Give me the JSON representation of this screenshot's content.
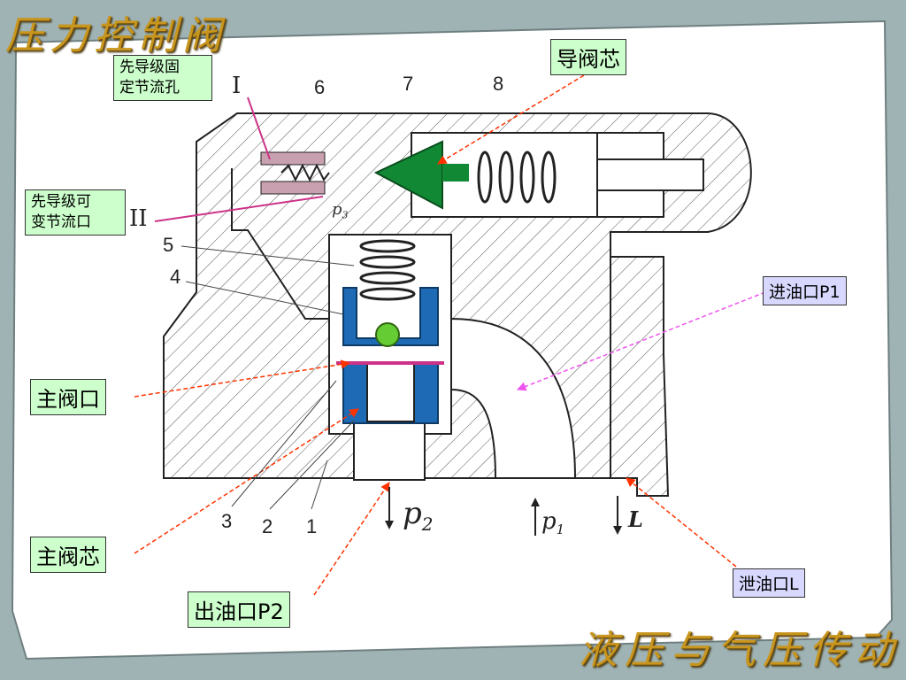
{
  "title": "压力控制阀",
  "footer": "液压与气压传动",
  "labels": {
    "pilot_fixed_orifice": "先导级固\n定节流孔",
    "pilot_variable_orifice": "先导级可\n变节流口",
    "pilot_valve_core": "导阀芯",
    "inlet_port": "进油口P1",
    "main_valve_port": "主阀口",
    "main_valve_core": "主阀芯",
    "outlet_port": "出油口P2",
    "drain_port": "泄油口L"
  },
  "part_numbers": {
    "n1": "1",
    "n2": "2",
    "n3": "3",
    "n4": "4",
    "n5": "5",
    "n6": "6",
    "n7": "7",
    "n8": "8"
  },
  "roman": {
    "r1": "I",
    "r2": "II"
  },
  "pressures": {
    "p1": "p",
    "p1_sub": "1",
    "p2": "p",
    "p2_sub": "2",
    "p3": "p",
    "p3_sub": "3",
    "L": "L"
  },
  "colors": {
    "main_core": "#1e6ab4",
    "pilot_core": "#118833",
    "ball": "#66cc33",
    "orifice": "#c8a0b0",
    "label_green": "#ccffcc",
    "label_purple": "#d8d8ff"
  }
}
